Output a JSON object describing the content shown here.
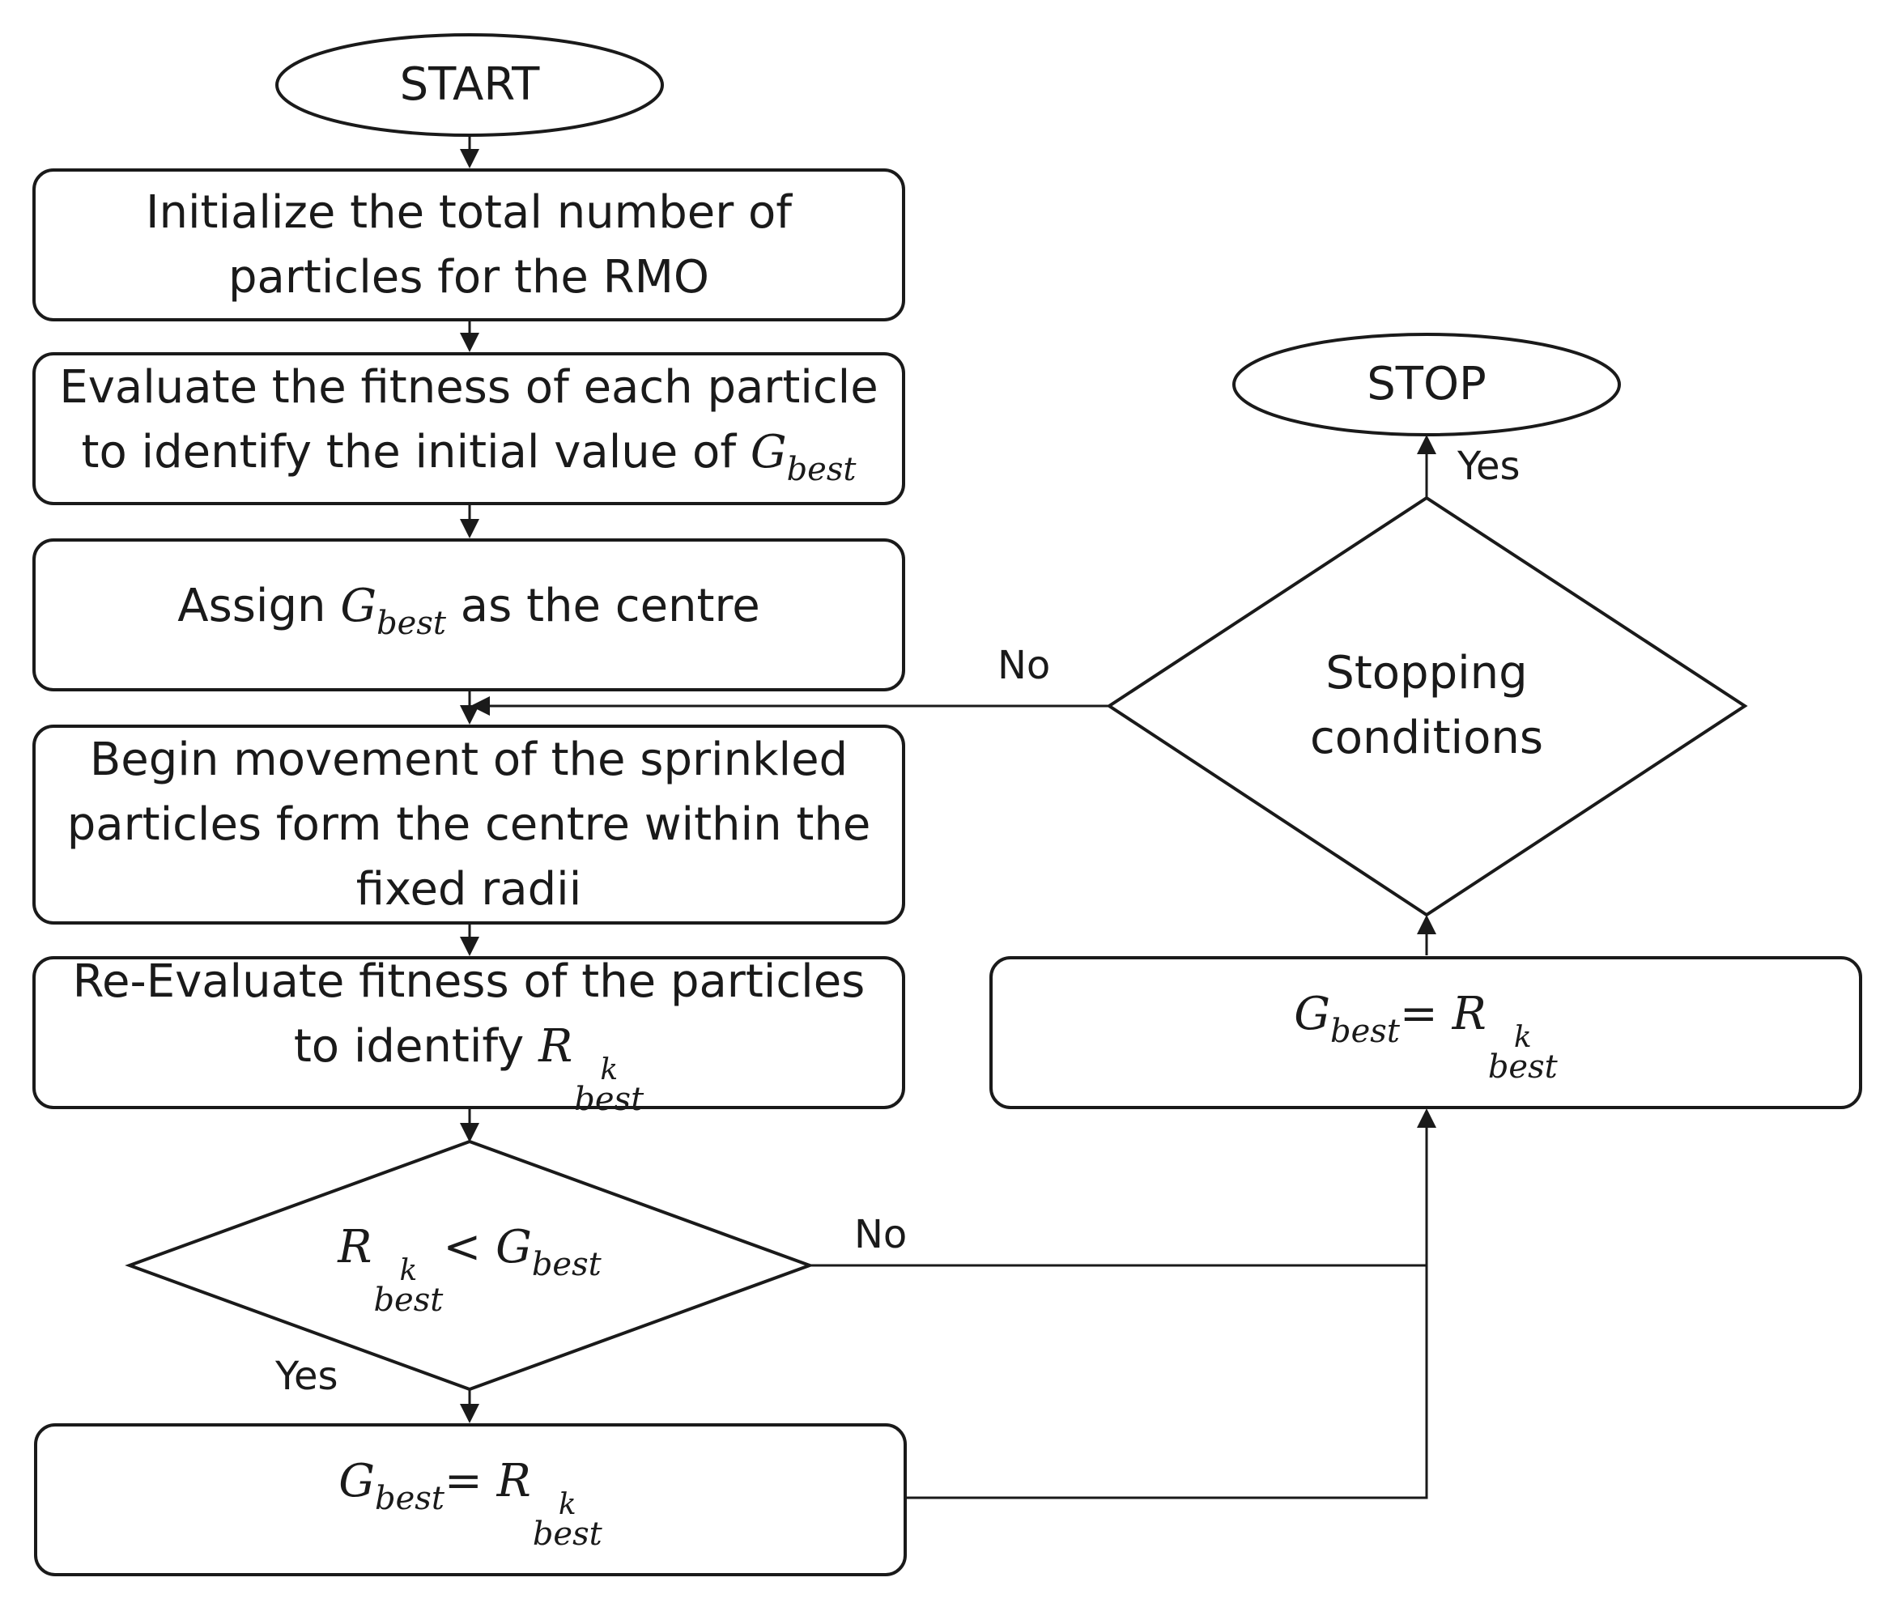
{
  "start": {
    "text": "START"
  },
  "stop": {
    "text": "STOP"
  },
  "init": {
    "line1": "Initialize the total number of",
    "line2": "particles for the RMO"
  },
  "evaluate": {
    "line1": "Evaluate the fitness of each particle",
    "line2": "to identify the initial value of",
    "sym": "G",
    "sub": "best"
  },
  "assign": {
    "pre": "Assign",
    "sym": "G",
    "sub": "best",
    "post": "as the centre"
  },
  "movement": {
    "line1": "Begin movement of the sprinkled",
    "line2": "particles form the centre within the",
    "line3": "fixed radii"
  },
  "reevaluate": {
    "line1": "Re-Evaluate fitness of the particles",
    "line2": "to identify",
    "sym": "R",
    "sup": "k",
    "sub": "best"
  },
  "compare": {
    "r": "R",
    "r_sup": "k",
    "r_sub": "best",
    "op": "<",
    "g": "G",
    "g_sub": "best"
  },
  "update_left": {
    "g": "G",
    "g_sub": "best",
    "op": "=",
    "r": "R",
    "r_sup": "k",
    "r_sub": "best"
  },
  "update_right": {
    "g": "G",
    "g_sub": "best",
    "op": "=",
    "r": "R",
    "r_sup": "k",
    "r_sub": "best"
  },
  "stopping": {
    "line1": "Stopping",
    "line2": "conditions"
  },
  "labels": {
    "yes_compare": "Yes",
    "no_compare": "No",
    "yes_stop": "Yes",
    "no_stop": "No"
  }
}
